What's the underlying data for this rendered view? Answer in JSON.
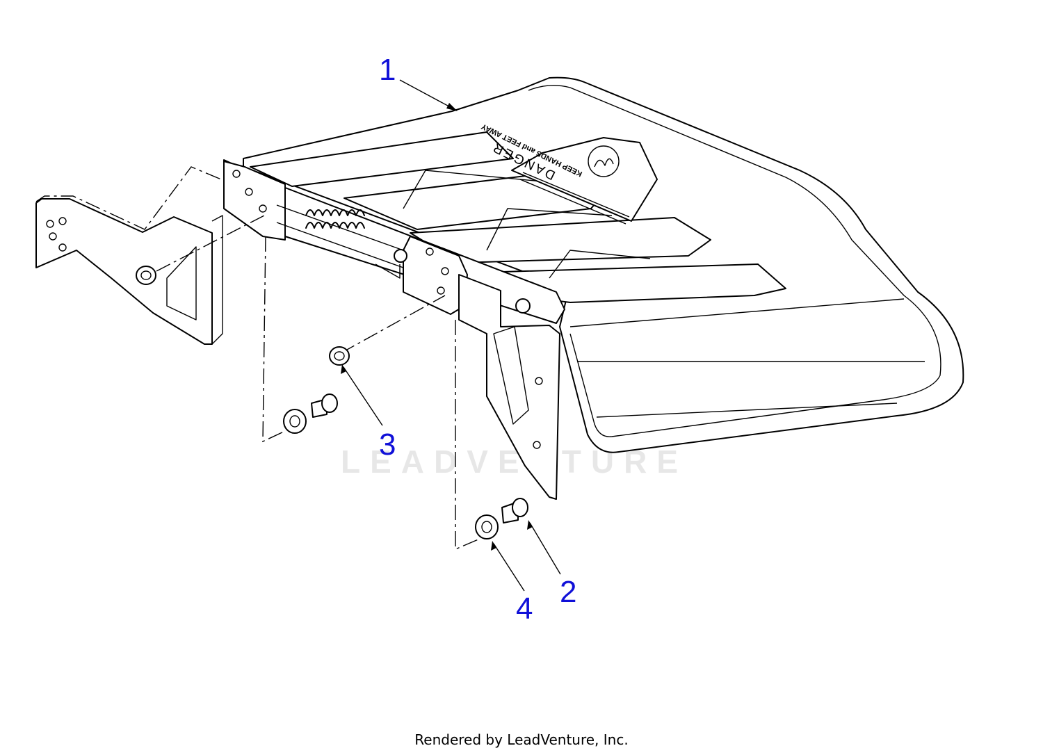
{
  "callouts": [
    {
      "id": "1",
      "label": "1"
    },
    {
      "id": "2",
      "label": "2"
    },
    {
      "id": "3",
      "label": "3"
    },
    {
      "id": "4",
      "label": "4"
    }
  ],
  "decal": {
    "heading": "DANGER",
    "line1": "KEEP HANDS and FEET AWAY"
  },
  "watermark": "LEADVENTURE",
  "footer": "Rendered by LeadVenture, Inc.",
  "colors": {
    "callout": "#1010d8",
    "line": "#000000"
  }
}
